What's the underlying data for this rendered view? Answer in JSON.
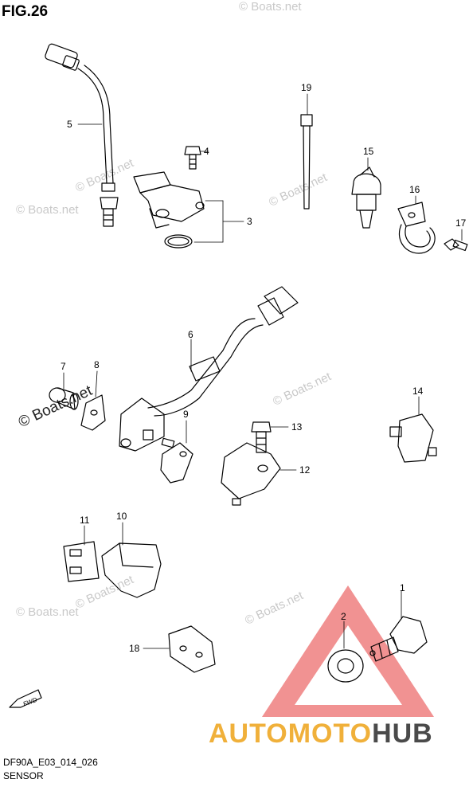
{
  "figure": {
    "title": "FIG.26",
    "code": "DF90A_E03_014_026",
    "caption": "SENSOR"
  },
  "watermark": {
    "text": "© Boats.net"
  },
  "brand": {
    "part1": "AUTOMOTO",
    "part2": "HUB",
    "color1": "#f0b03a",
    "color2": "#4a4a4a",
    "logo_color": "#e84848"
  },
  "fwd_label": "FWD",
  "callouts": [
    "1",
    "2",
    "3",
    "4",
    "5",
    "6",
    "7",
    "8",
    "9",
    "10",
    "11",
    "12",
    "13",
    "14",
    "15",
    "16",
    "17",
    "18",
    "19"
  ]
}
